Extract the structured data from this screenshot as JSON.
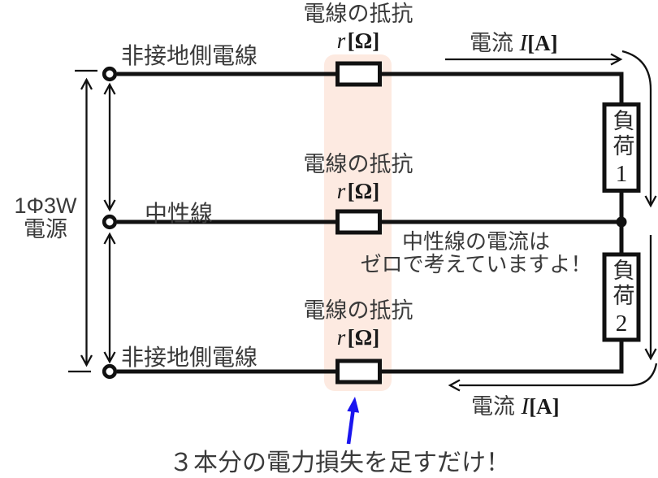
{
  "colors": {
    "line": "#111111",
    "text": "#3a3a3a",
    "highlight_band": "#fdeae1",
    "annotation_arrow_blue": "#1a15ef"
  },
  "source": {
    "line1": "1Φ3W",
    "line2": "電源"
  },
  "wire_labels": {
    "top": "非接地側電線",
    "middle": "中性線",
    "bottom": "非接地側電線"
  },
  "resistor_label": {
    "title": "電線の抵抗",
    "symbol": "r",
    "unit": "[Ω]"
  },
  "current_label": {
    "prefix": "電流",
    "symbol": "I",
    "unit": "[A]"
  },
  "loads": [
    {
      "name": "負荷",
      "number": "1"
    },
    {
      "name": "負荷",
      "number": "2"
    }
  ],
  "notes": {
    "neutral_line1": "中性線の電流は",
    "neutral_line2": "ゼロで考えていますよ！",
    "bottom": "３本分の電力損失を足すだけ！"
  }
}
